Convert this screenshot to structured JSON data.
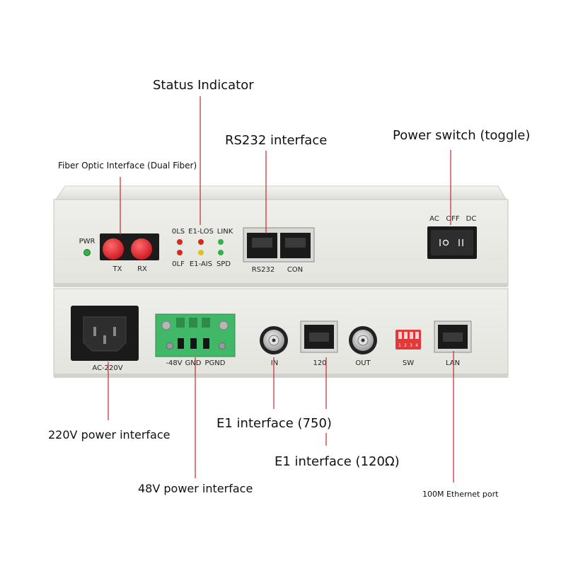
{
  "callouts": {
    "status_indicator": "Status Indicator",
    "rs232_interface": "RS232 interface",
    "power_switch": "Power switch (toggle)",
    "fiber_optic": "Fiber Optic Interface (Dual Fiber)",
    "power_220v": "220V power interface",
    "e1_750": "E1 interface (750)",
    "e1_120": "E1 interface (120Ω)",
    "power_48v": "48V power interface",
    "ethernet_100m": "100M Ethernet port"
  },
  "front_panel": {
    "pwr": "PWR",
    "tx": "TX",
    "rx": "RX",
    "ols": "0LS",
    "e1_los": "E1-LOS",
    "link": "LINK",
    "olf": "0LF",
    "e1_ais": "E1-AIS",
    "spd": "SPD",
    "rs232": "RS232",
    "con": "CON",
    "ac": "AC",
    "off": "OFF",
    "dc": "DC"
  },
  "rear_panel": {
    "ac_220v": "AC-220V",
    "minus48v": "-48V",
    "gnd": "GND",
    "pgnd": "PGND",
    "in": "IN",
    "p120": "120",
    "out": "OUT",
    "sw": "SW",
    "lan": "LAN",
    "dip_nums": [
      "1",
      "2",
      "3",
      "4"
    ]
  },
  "colors": {
    "case": "#ededea",
    "leader": "#c8242c",
    "led_green": "#32b24a",
    "led_red": "#d42a20",
    "led_yellow": "#d8c22a",
    "fiber_cap": "#e0202a",
    "terminal_green": "#41b868",
    "dip_red": "#e23a3a"
  }
}
